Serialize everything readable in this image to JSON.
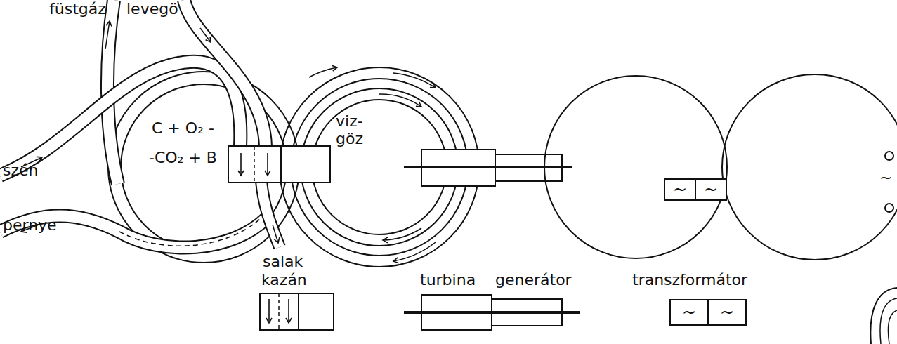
{
  "diagram": {
    "nodes": [
      {
        "text": [
          "~"
        ]
      },
      {
        "text": [
          "~"
        ]
      },
      {
        "text": [
          "~"
        ]
      },
      {
        "text": [
          "~"
        ]
      }
    ],
    "labels": [
      "füstgáz",
      "levegö",
      "szén",
      "pernye",
      "C + O₂ -",
      "-CO₂ + B",
      "viz- göz",
      "salak",
      "kazán",
      "turbina",
      "generátor",
      "transzformátor",
      "~"
    ]
  }
}
